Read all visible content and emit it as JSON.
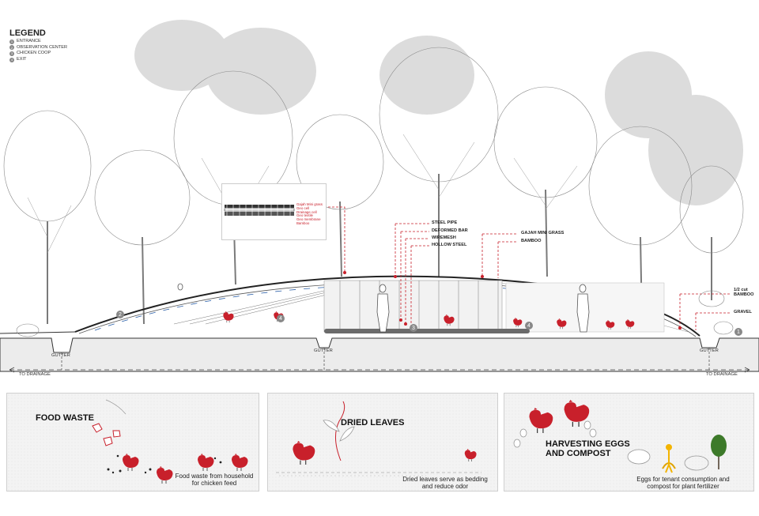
{
  "legend": {
    "title": "LEGEND",
    "items": [
      {
        "num": "1",
        "label": "ENTRANCE"
      },
      {
        "num": "2",
        "label": "OBSERVATION CENTER"
      },
      {
        "num": "3",
        "label": "CHICKEN COOP"
      },
      {
        "num": "4",
        "label": "EXIT"
      }
    ]
  },
  "roof_detail": {
    "layers": [
      "Gajah Mini grass",
      "Geo cell",
      "Drainage cell",
      "Geo textile",
      "Geo membrane",
      "Bamboo"
    ]
  },
  "callouts": {
    "steel_pipe": "STEEL PIPE",
    "deformed_bar": "DEFORMED BAR",
    "wiremesh": "WIREMESH",
    "hollow_steel": "HOLLOW STEEL",
    "gajah_mini_grass": "GAJAH MINI GRASS",
    "bamboo": "BAMBOO",
    "half_cut_bamboo_line1": "1/2 cut",
    "half_cut_bamboo_line2": "BAMBOO",
    "gravel": "GRAVEL"
  },
  "ground": {
    "gutter": "GUTTER",
    "to_drainage": "TO DRAINAGE",
    "markers": [
      "1",
      "2",
      "3",
      "4"
    ]
  },
  "panels": [
    {
      "title_line1": "FOOD WASTE",
      "title_line2": "",
      "desc_line1": "Food waste from household",
      "desc_line2": "for chicken feed"
    },
    {
      "title_line1": "DRIED LEAVES",
      "title_line2": "",
      "desc_line1": "Dried leaves serve as bedding",
      "desc_line2": "and reduce odor"
    },
    {
      "title_line1": "HARVESTING EGGS",
      "title_line2": "AND COMPOST",
      "desc_line1": "Eggs for tenant consumption and",
      "desc_line2": "compost for plant fertilizer"
    }
  ],
  "colors": {
    "accent": "#c8202b",
    "ground": "#e9e9e9",
    "tree": "#bdbdbd"
  }
}
